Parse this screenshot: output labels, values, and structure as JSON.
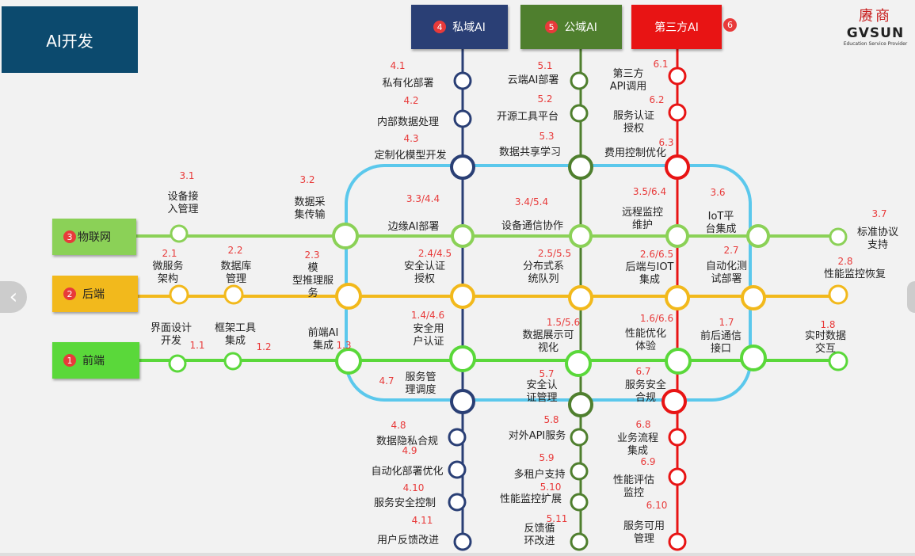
{
  "title": "AI开发",
  "logo": {
    "cn": "赓商",
    "en": "GVSUN",
    "tagline": "Education Service Provider"
  },
  "colors": {
    "private": "#2a3f75",
    "public": "#4f7f2e",
    "third": "#e81414",
    "iot": "#8bd157",
    "backend": "#f2b91c",
    "frontend": "#5ad83a",
    "loop": "#5bc8ec",
    "label": "#e83a3a",
    "text": "#222222"
  },
  "vlines": [
    {
      "id": "private",
      "num": "4",
      "label": "私域AI",
      "color": "#2a3f75",
      "stations": [
        {
          "id": "4.1",
          "lines": [
            "私有化部署"
          ]
        },
        {
          "id": "4.2",
          "lines": [
            "内部数据处理"
          ]
        },
        {
          "id": "4.3",
          "lines": [
            "定制化模型开发"
          ]
        },
        {
          "id": "4.7",
          "lines": [
            "服务管",
            "理调度"
          ]
        },
        {
          "id": "4.8",
          "lines": [
            "数据隐私合规"
          ]
        },
        {
          "id": "4.9",
          "lines": [
            "自动化部署优化"
          ]
        },
        {
          "id": "4.10",
          "lines": [
            "服务安全控制"
          ]
        },
        {
          "id": "4.11",
          "lines": [
            "用户反馈改进"
          ]
        }
      ]
    },
    {
      "id": "public",
      "num": "5",
      "label": "公域AI",
      "color": "#4f7f2e",
      "stations": [
        {
          "id": "5.1",
          "lines": [
            "云端AI部署"
          ]
        },
        {
          "id": "5.2",
          "lines": [
            "开源工具平台"
          ]
        },
        {
          "id": "5.3",
          "lines": [
            "数据共享学习"
          ]
        },
        {
          "id": "5.7",
          "lines": [
            "安全认",
            "证管理"
          ]
        },
        {
          "id": "5.8",
          "lines": [
            "对外API服务"
          ]
        },
        {
          "id": "5.9",
          "lines": [
            "多租户支持"
          ]
        },
        {
          "id": "5.10",
          "lines": [
            "性能监控扩展"
          ]
        },
        {
          "id": "5.11",
          "lines": [
            "反馈循",
            "环改进"
          ]
        }
      ]
    },
    {
      "id": "third",
      "num": "6",
      "label": "第三方AI",
      "color": "#e81414",
      "stations": [
        {
          "id": "6.1",
          "lines": [
            "第三方",
            "API调用"
          ]
        },
        {
          "id": "6.2",
          "lines": [
            "服务认证",
            "授权"
          ]
        },
        {
          "id": "6.3",
          "lines": [
            "费用控制优化"
          ]
        },
        {
          "id": "6.7",
          "lines": [
            "服务安全",
            "合规"
          ]
        },
        {
          "id": "6.8",
          "lines": [
            "业务流程",
            "集成"
          ]
        },
        {
          "id": "6.9",
          "lines": [
            "性能评估",
            "监控"
          ]
        },
        {
          "id": "6.10",
          "lines": [
            "服务可用",
            "管理"
          ]
        }
      ]
    }
  ],
  "hlines": [
    {
      "id": "iot",
      "num": "3",
      "label": "物联网",
      "color": "#8bd157",
      "stations": [
        {
          "id": "3.1",
          "lines": [
            "设备接",
            "入管理"
          ]
        },
        {
          "id": "3.2",
          "lines": [
            "数据采",
            "集传输"
          ]
        },
        {
          "id": "3.3/4.4",
          "lines": [
            "边缘AI部署"
          ]
        },
        {
          "id": "3.4/5.4",
          "lines": [
            "设备通信协作"
          ]
        },
        {
          "id": "3.5/6.4",
          "lines": [
            "远程监控",
            "维护"
          ]
        },
        {
          "id": "3.6",
          "lines": [
            "IoT平",
            "台集成"
          ]
        },
        {
          "id": "3.7",
          "lines": [
            "标准协议",
            "支持"
          ]
        }
      ]
    },
    {
      "id": "backend",
      "num": "2",
      "label": "后端",
      "color": "#f2b91c",
      "stations": [
        {
          "id": "2.1",
          "lines": [
            "微服务",
            "架构"
          ]
        },
        {
          "id": "2.2",
          "lines": [
            "数据库",
            "管理"
          ]
        },
        {
          "id": "2.3",
          "lines": [
            "模",
            "型推理服",
            "务"
          ]
        },
        {
          "id": "2.4/4.5",
          "lines": [
            "安全认证",
            "授权"
          ]
        },
        {
          "id": "2.5/5.5",
          "lines": [
            "分布式系",
            "统队列"
          ]
        },
        {
          "id": "2.6/6.5",
          "lines": [
            "后端与IOT",
            "集成"
          ]
        },
        {
          "id": "2.7",
          "lines": [
            "自动化测",
            "试部署"
          ]
        },
        {
          "id": "2.8",
          "lines": [
            "性能监控恢复"
          ]
        }
      ]
    },
    {
      "id": "frontend",
      "num": "1",
      "label": "前端",
      "color": "#5ad83a",
      "stations": [
        {
          "id": "1.1",
          "lines": [
            "界面设计",
            "开发"
          ]
        },
        {
          "id": "1.2",
          "lines": [
            "框架工具",
            "集成"
          ]
        },
        {
          "id": "1.3",
          "lines": [
            "前端AI",
            "集成"
          ]
        },
        {
          "id": "1.4/4.6",
          "lines": [
            "安全用",
            "户认证"
          ]
        },
        {
          "id": "1.5/5.6",
          "lines": [
            "数据展示可",
            "视化"
          ]
        },
        {
          "id": "1.6/6.6",
          "lines": [
            "性能优化",
            "体验"
          ]
        },
        {
          "id": "1.7",
          "lines": [
            "前后通信",
            "接口"
          ]
        },
        {
          "id": "1.8",
          "lines": [
            "实时数据",
            "交互"
          ]
        }
      ]
    }
  ]
}
